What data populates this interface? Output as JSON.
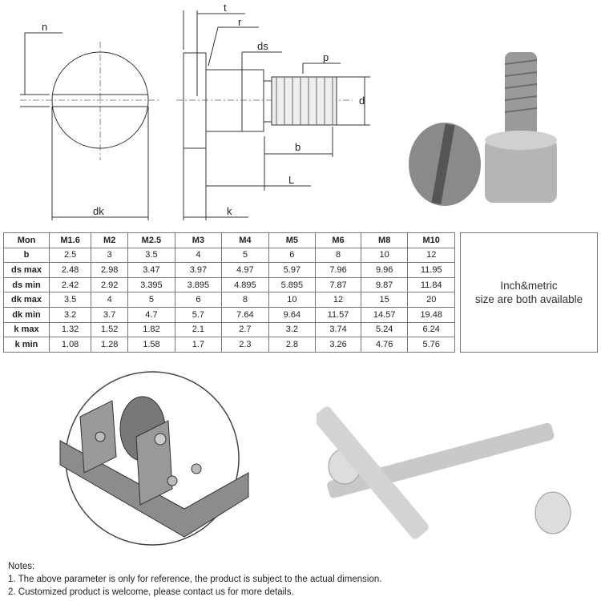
{
  "drawing": {
    "labels": {
      "n": "n",
      "t": "t",
      "r": "r",
      "ds": "ds",
      "p": "p",
      "d": "d",
      "b": "b",
      "L": "L",
      "dk": "dk",
      "k": "k"
    }
  },
  "table": {
    "headers": [
      "Mon",
      "M1.6",
      "M2",
      "M2.5",
      "M3",
      "M4",
      "M5",
      "M6",
      "M8",
      "M10"
    ],
    "rows": [
      [
        "b",
        "2.5",
        "3",
        "3.5",
        "4",
        "5",
        "6",
        "8",
        "10",
        "12"
      ],
      [
        "ds max",
        "2.48",
        "2.98",
        "3.47",
        "3.97",
        "4.97",
        "5.97",
        "7.96",
        "9.96",
        "11.95"
      ],
      [
        "ds min",
        "2.42",
        "2.92",
        "3.395",
        "3.895",
        "4.895",
        "5.895",
        "7.87",
        "9.87",
        "11.84"
      ],
      [
        "dk max",
        "3.5",
        "4",
        "5",
        "6",
        "8",
        "10",
        "12",
        "15",
        "20"
      ],
      [
        "dk min",
        "3.2",
        "3.7",
        "4.7",
        "5.7",
        "7.64",
        "9.64",
        "11.57",
        "14.57",
        "19.48"
      ],
      [
        "k max",
        "1.32",
        "1.52",
        "1.82",
        "2.1",
        "2.7",
        "3.2",
        "3.74",
        "5.24",
        "6.24"
      ],
      [
        "k min",
        "1.08",
        "1.28",
        "1.58",
        "1.7",
        "2.3",
        "2.8",
        "3.26",
        "4.76",
        "5.76"
      ]
    ]
  },
  "availability": {
    "line1": "Inch&metric",
    "line2": "size are both available"
  },
  "notes": {
    "title": "Notes:",
    "items": [
      "1. The above parameter is only for reference, the product is subject to the actual dimension.",
      "2. Customized product is welcome, please contact us for more details."
    ]
  }
}
